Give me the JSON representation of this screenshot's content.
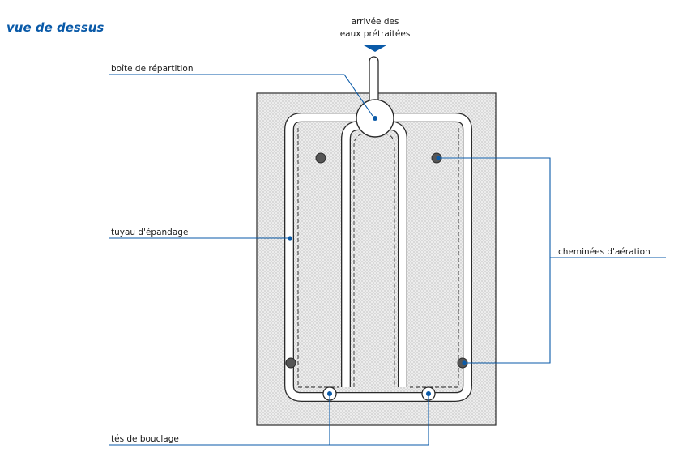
{
  "title": "vue de dessus",
  "labels": {
    "inlet_line1": "arrivée des",
    "inlet_line2": "eaux prétraitées",
    "distribution_box": "boîte de répartition",
    "spreading_pipe": "tuyau d'épandage",
    "vent_chimneys": "cheminées d'aération",
    "loop_tees": "tés de bouclage"
  },
  "colors": {
    "accent": "#0a5aa8",
    "outline": "#2b2b2b",
    "gravel_bg": "#ececec",
    "chimney": "#555555"
  }
}
